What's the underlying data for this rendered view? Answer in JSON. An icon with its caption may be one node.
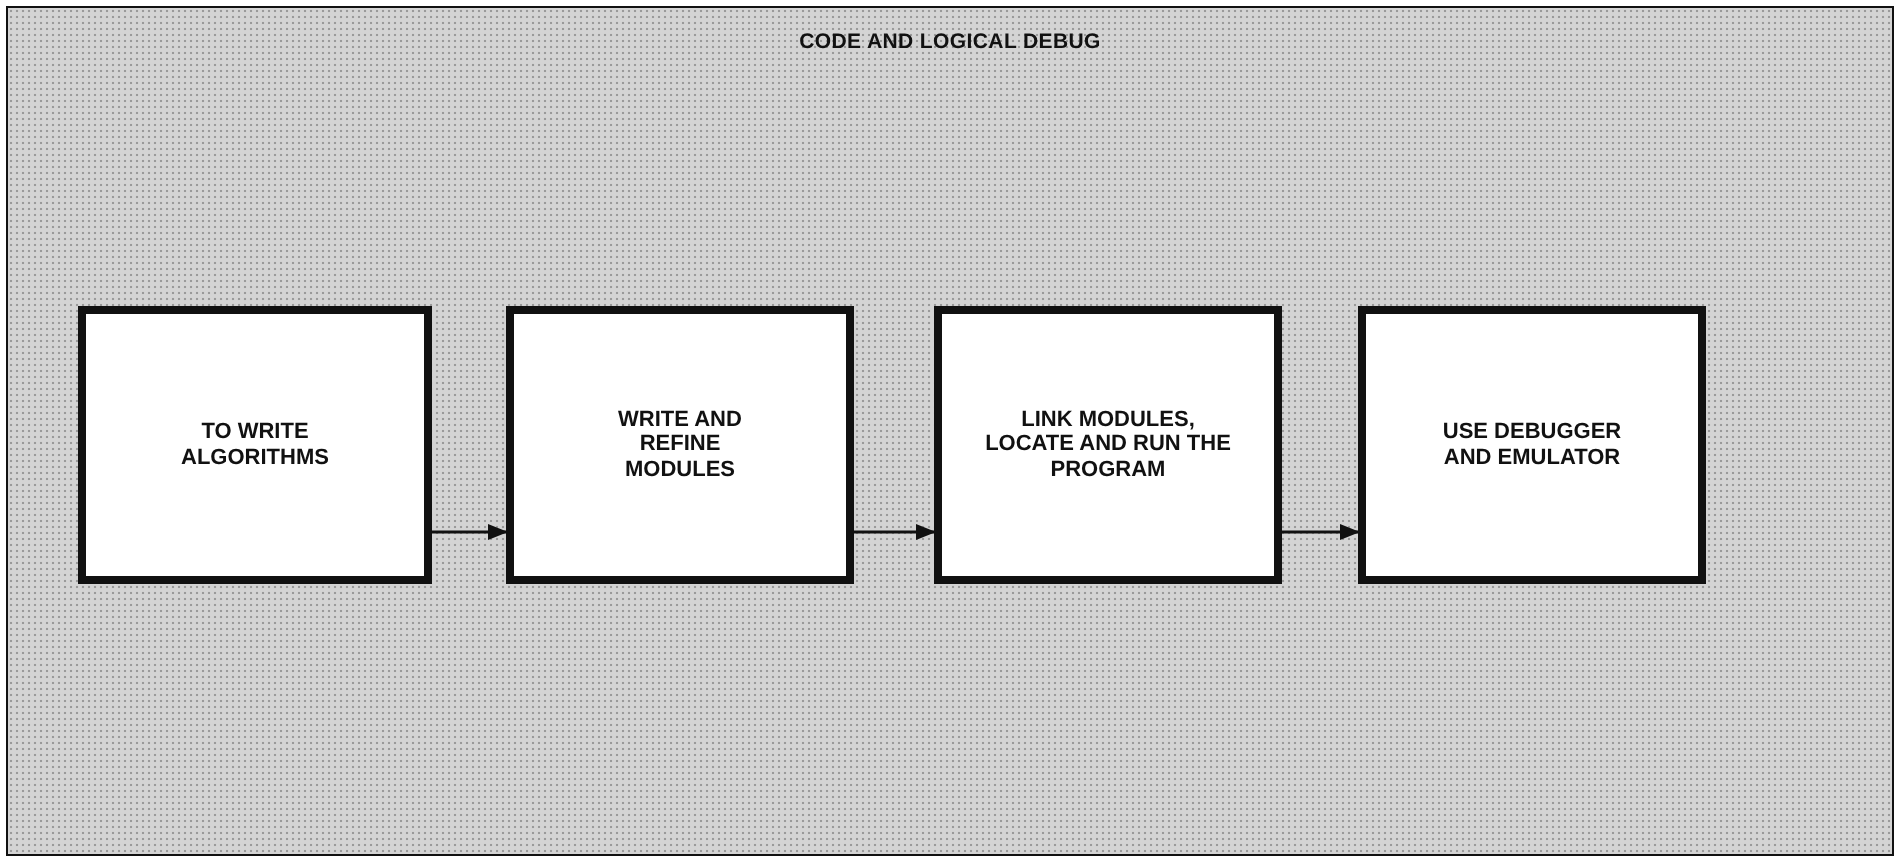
{
  "diagram": {
    "title": "CODE AND LOGICAL DEBUG",
    "nodes": [
      {
        "text": [
          "TO WRITE ALGORITHMS"
        ]
      },
      {
        "text": [
          "WRITE AND REFINE MODULES"
        ]
      },
      {
        "text": [
          "LINK MODULES, LOCATE AND RUN THE PROGRAM"
        ]
      },
      {
        "text": [
          "USE DEBUGGER AND EMULATOR"
        ]
      }
    ],
    "edges": [
      {
        "from": 0,
        "to": 1,
        "arrow": "to"
      },
      {
        "from": 1,
        "to": 2,
        "arrow": "to"
      },
      {
        "from": 2,
        "to": 3,
        "arrow": "to"
      }
    ]
  }
}
